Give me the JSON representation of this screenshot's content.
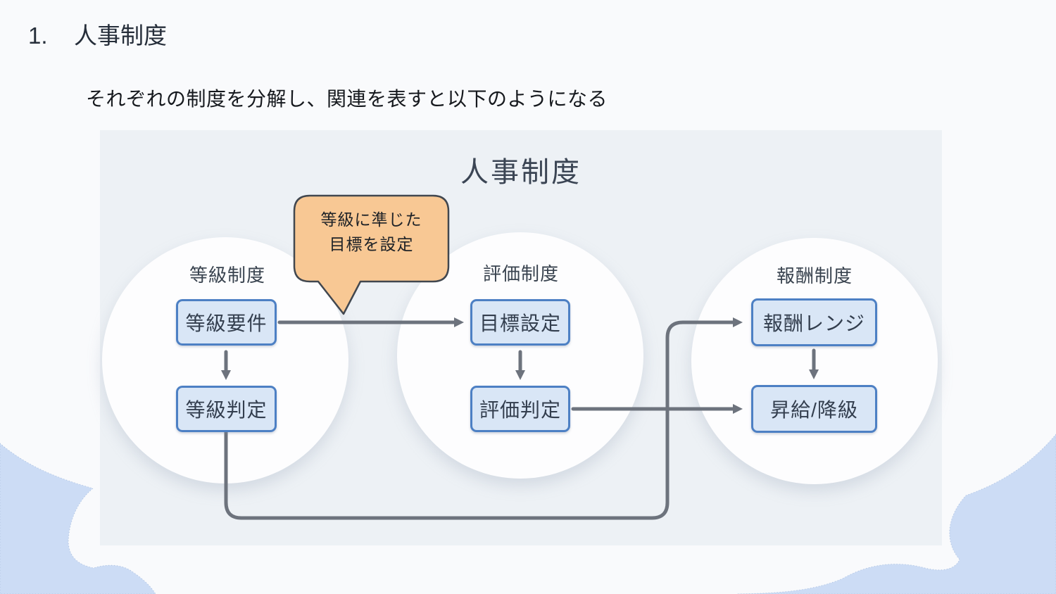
{
  "page": {
    "heading_number": "1.",
    "heading_title": "人事制度",
    "subtitle": "それぞれの制度を分解し、関連を表すと以下のようになる"
  },
  "diagram": {
    "title": "人事制度",
    "callout": {
      "line1": "等級に準じた",
      "line2": "目標を設定"
    },
    "groups": [
      {
        "id": "grade-system",
        "label": "等級制度",
        "boxes": [
          "等級要件",
          "等級判定"
        ]
      },
      {
        "id": "evaluation-system",
        "label": "評価制度",
        "boxes": [
          "目標設定",
          "評価判定"
        ]
      },
      {
        "id": "compensation-system",
        "label": "報酬制度",
        "boxes": [
          "報酬レンジ",
          "昇給/降級"
        ]
      }
    ],
    "edges": [
      {
        "from": "等級要件",
        "to": "目標設定",
        "note": "等級に準じた目標を設定"
      },
      {
        "from": "等級要件",
        "to": "等級判定"
      },
      {
        "from": "目標設定",
        "to": "評価判定"
      },
      {
        "from": "報酬レンジ",
        "to": "昇給/降級"
      },
      {
        "from": "評価判定",
        "to": "昇給/降級"
      },
      {
        "from": "等級判定",
        "to": "報酬レンジ"
      }
    ]
  },
  "colors": {
    "slide_bg": "#f9fafc",
    "panel_bg": "#edf1f5",
    "circle_bg": "#fdfdfe",
    "node_fill": "#d9e6f6",
    "node_border": "#4d80c4",
    "arrow": "#6d737d",
    "callout_fill": "#f8c894",
    "callout_border": "#41474f",
    "wave_fill": "#ccdcf5",
    "text_dark": "#333e4e"
  }
}
